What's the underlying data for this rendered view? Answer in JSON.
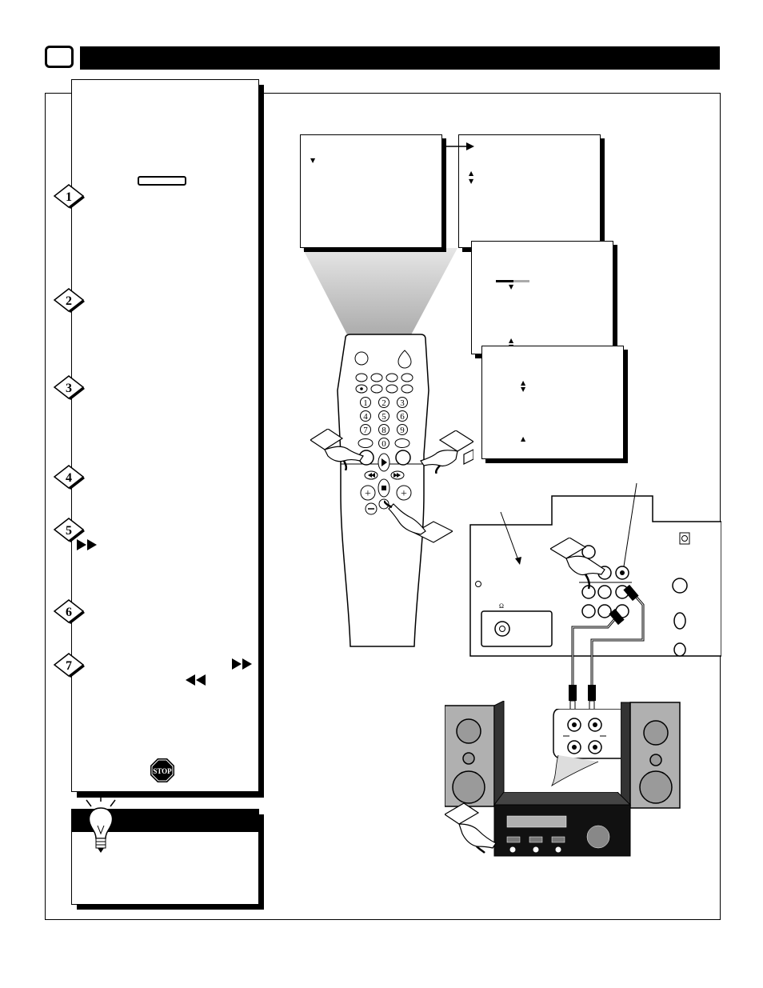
{
  "steps": [
    "1",
    "2",
    "3",
    "4",
    "5",
    "6",
    "7"
  ],
  "icons": {
    "page_icon": "tv-screen-icon",
    "step_5_glyph": "fast-forward-icon",
    "step_7_glyph_a": "fast-forward-icon",
    "step_7_glyph_b": "rewind-icon",
    "stop": "stop-sign-icon",
    "tip": "light-bulb-icon"
  },
  "remote": {
    "number_keys": [
      "1",
      "2",
      "3",
      "4",
      "5",
      "6",
      "7",
      "8",
      "9",
      "0"
    ]
  },
  "stop_label": "STOP"
}
